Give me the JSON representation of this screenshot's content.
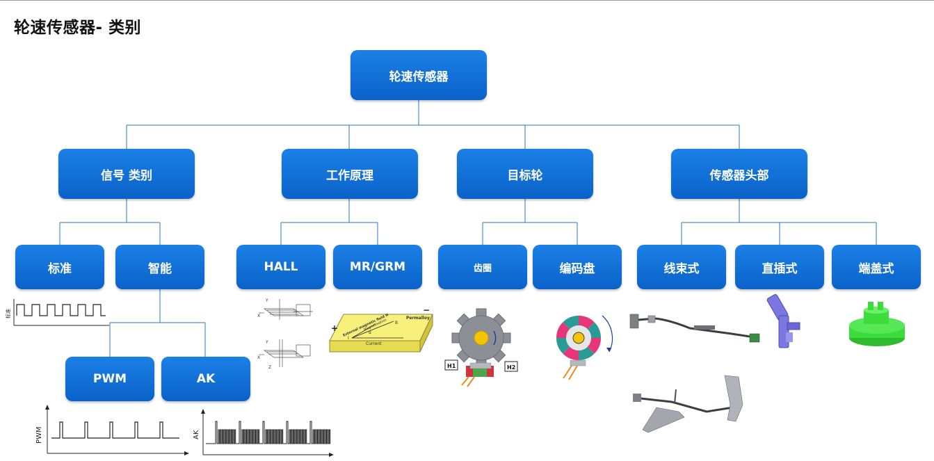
{
  "page": {
    "title": "轮速传感器- 类别"
  },
  "root": {
    "label": "轮速传感器"
  },
  "categories": [
    {
      "id": "signal",
      "label": "信号 类别"
    },
    {
      "id": "principle",
      "label": "工作原理"
    },
    {
      "id": "target",
      "label": "目标轮"
    },
    {
      "id": "head",
      "label": "传感器头部"
    }
  ],
  "leaves": {
    "standard": "标准",
    "smart": "智能",
    "hall": "HALL",
    "mr": "MR/GRM",
    "gear": "齿圈",
    "encoder": "编码盘",
    "harness": "线束式",
    "plug": "直插式",
    "cap": "端盖式",
    "pwm": "PWM",
    "ak": "AK"
  },
  "figure_labels": {
    "std_axis": "标准",
    "pwm_axis": "PWM",
    "ak_axis": "AK",
    "mr_permalloy": "Permalloy",
    "mr_field": "External magnetic field H",
    "mr_magnet": "Magnetisation",
    "mr_current": "Current",
    "mr_b": "B",
    "mr_i": "I",
    "mr_alpha": "α",
    "mr_plus": "+",
    "mr_minus": "−",
    "gear_h1": "H1",
    "gear_h2": "H2",
    "hall_x": "X",
    "hall_y": "Y",
    "hall_z": "Z"
  },
  "colors": {
    "node_top": "#1b80e6",
    "node_bottom": "#0a62c9",
    "connector": "#2e73c9",
    "gear_gray": "#8c8f96",
    "gear_center": "#f5c400",
    "encoder_pink": "#e8357a",
    "encoder_teal": "#2a9a96",
    "plug_purple": "#7a78e0",
    "cap_green": "#3ddc3d",
    "mr_yellow": "#f7f07a"
  }
}
